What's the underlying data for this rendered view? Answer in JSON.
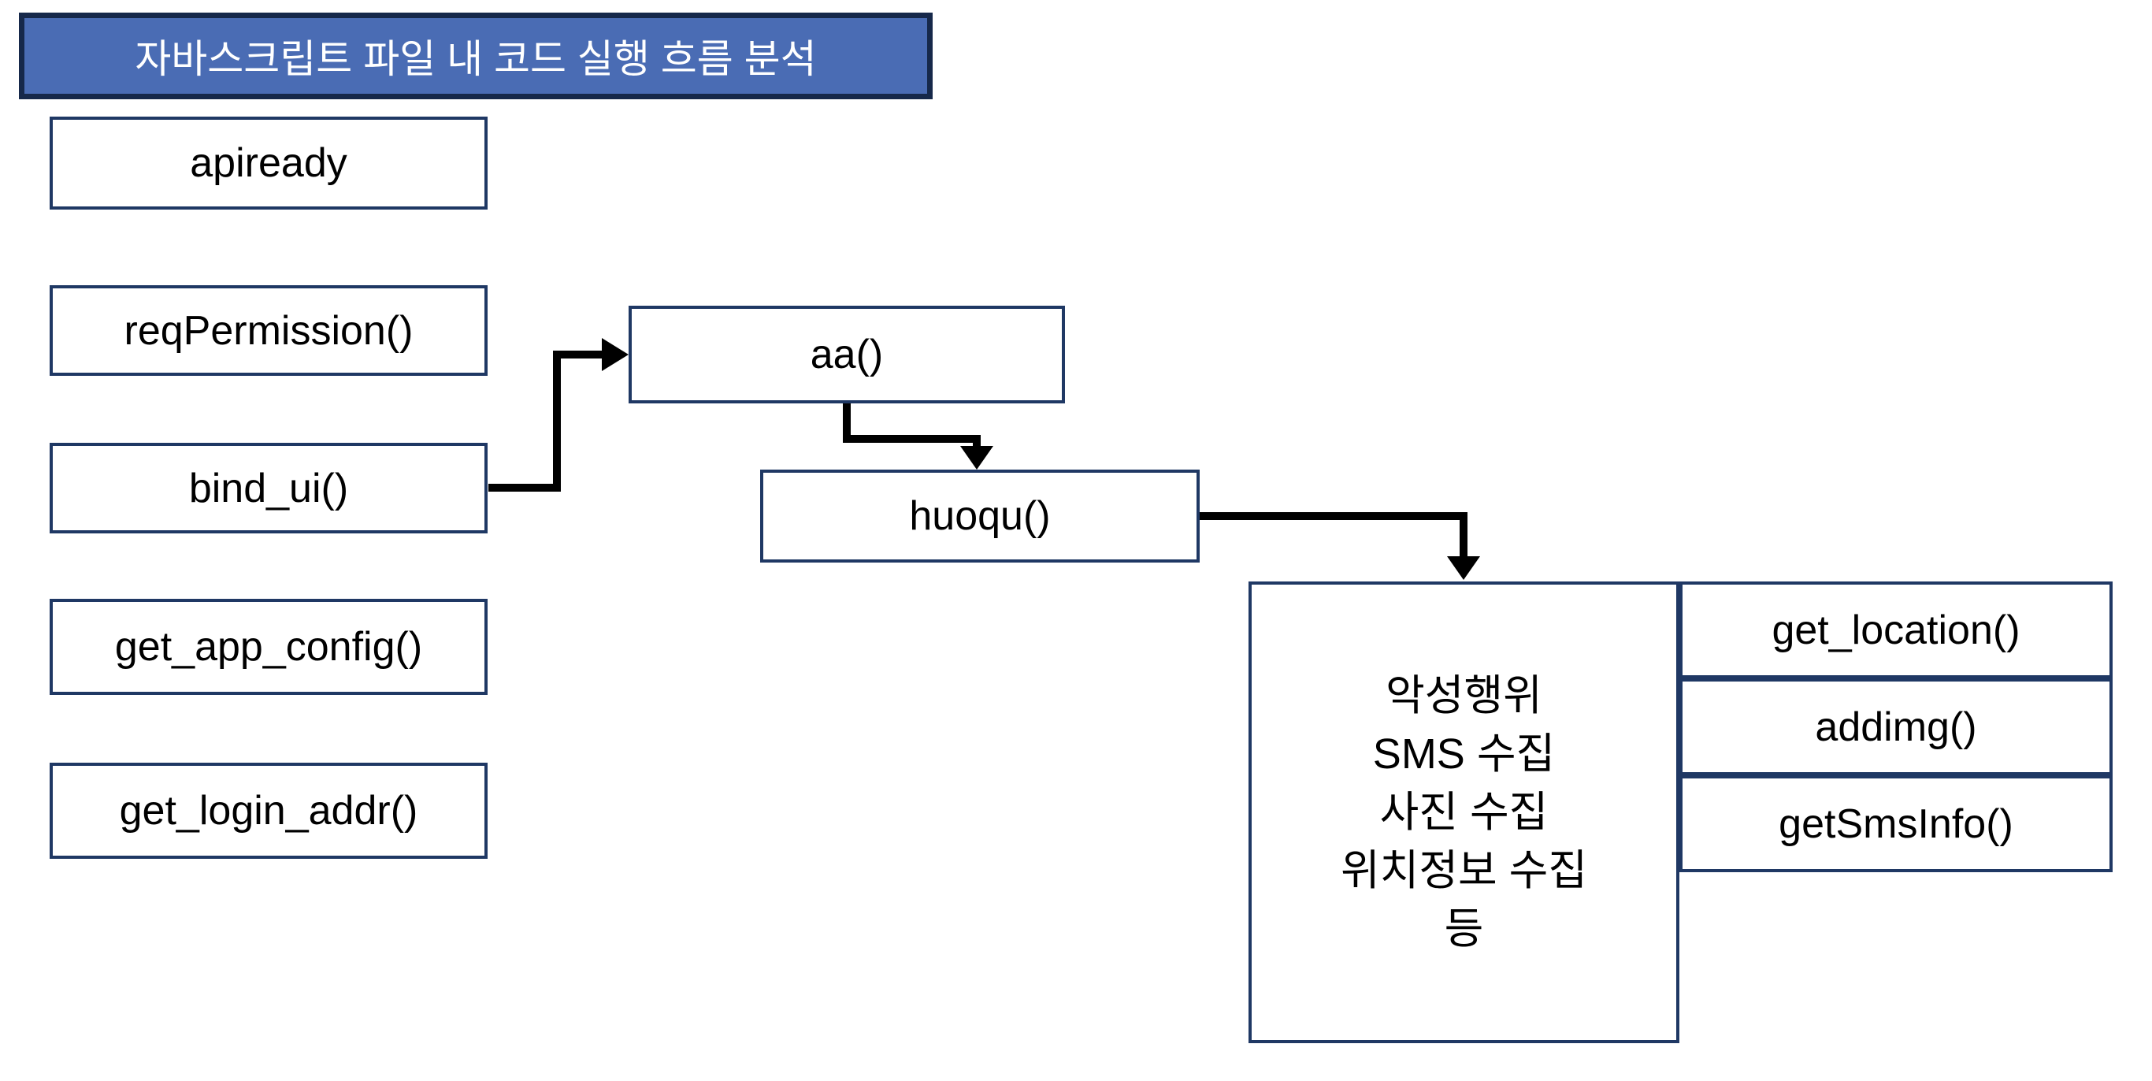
{
  "diagram": {
    "title": "자바스크립트 파일 내 코드 실행 흐름 분석",
    "left_column": {
      "items": [
        "apiready",
        "reqPermission()",
        "bind_ui()",
        "get_app_config()",
        "get_login_addr()"
      ]
    },
    "flow_nodes": {
      "aa": "aa()",
      "huoqu": "huoqu()"
    },
    "malicious_behavior_box": {
      "lines": [
        "악성행위",
        "SMS 수집",
        "사진 수집",
        "위치정보 수집",
        "등"
      ]
    },
    "right_column": {
      "items": [
        "get_location()",
        "addimg()",
        "getSmsInfo()"
      ]
    },
    "connections": [
      "bind_ui() -> aa()",
      "aa() -> huoqu()",
      "huoqu() -> malicious_behavior_box"
    ]
  },
  "colors": {
    "background": "#ffffff",
    "title_fill": "#4a6cb4",
    "title_border": "#16284a",
    "title_text": "#ffffff",
    "box_border": "#1f3864",
    "box_fill": "#ffffff",
    "text": "#000000",
    "arrow": "#000000"
  }
}
